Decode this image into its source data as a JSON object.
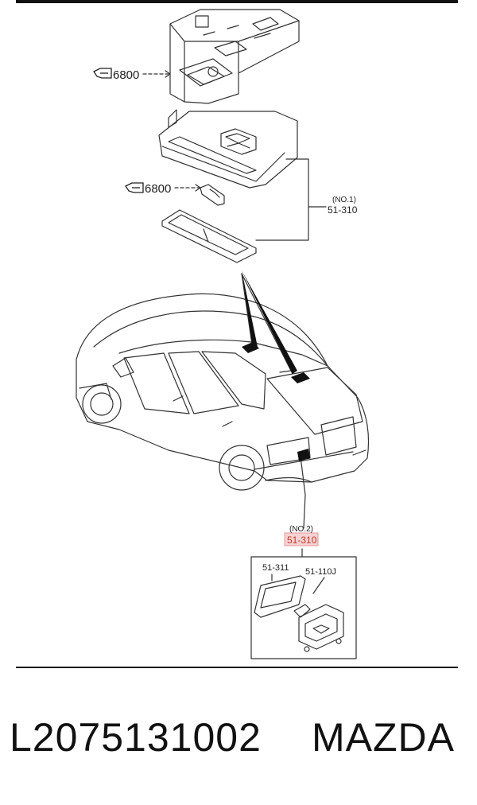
{
  "labels": {
    "ref_a": "6800",
    "ref_b": "6800",
    "no1_tag": "(NO.1)",
    "no1_code": "51-310",
    "no2_tag": "(NO.2)",
    "no2_code": "51-310",
    "lens_code": "51-311",
    "bulb_code": "51-110J"
  },
  "footer": {
    "part_number": "L2075131002",
    "brand": "MAZDA"
  },
  "colors": {
    "highlight_fill": "#f6d3d3",
    "highlight_stroke": "#e79a9a",
    "highlight_text": "#c0392b",
    "line": "#333333"
  }
}
